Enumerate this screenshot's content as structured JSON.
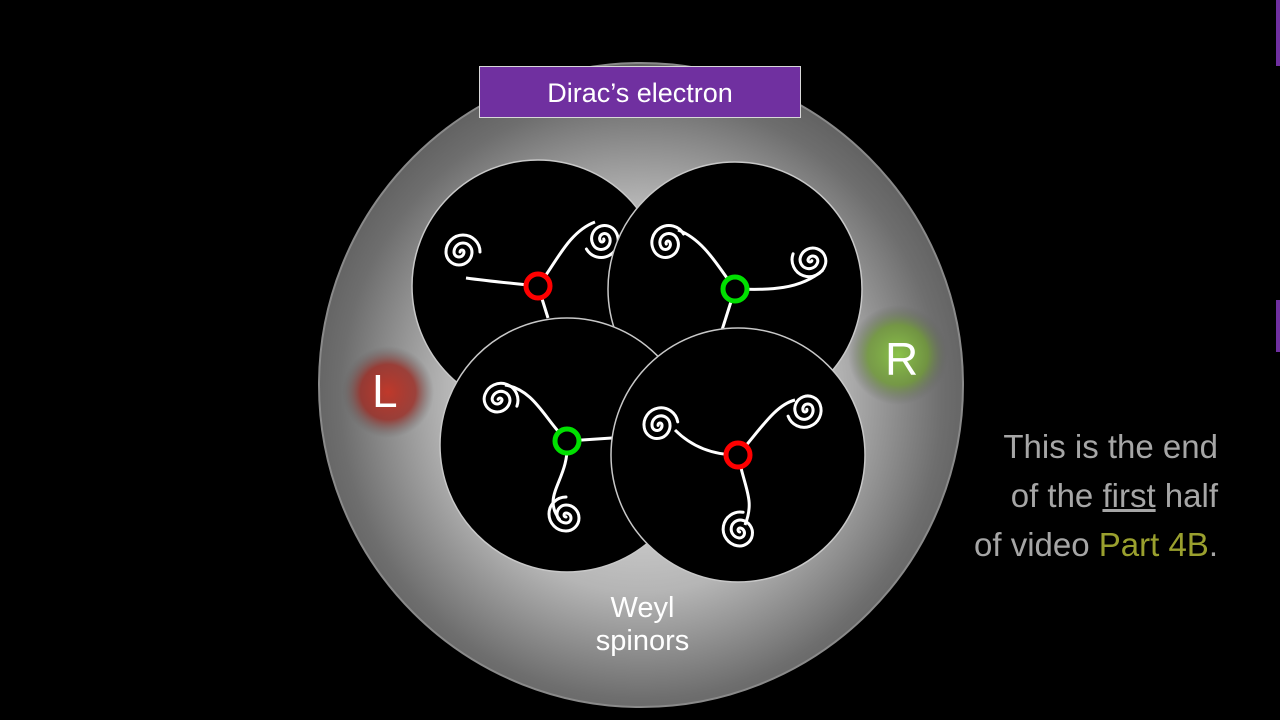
{
  "title": "Dirac’s electron",
  "caption": "Weyl spinors",
  "left_label": "L",
  "right_label": "R",
  "note": {
    "line1": "This is the end",
    "line2_pre": "of the ",
    "line2_underlined": "first",
    "line2_post": " half",
    "line3_pre": "of video ",
    "line3_highlight": "Part 4B",
    "line3_post": "."
  },
  "colors": {
    "title_bg": "#7030a0",
    "left_glow": "#c0392b",
    "right_glow": "#8bc34a",
    "node_red": "#ff0000",
    "node_green": "#00e000",
    "note_text": "#a6a6a6",
    "note_highlight": "#9aa02e"
  },
  "spinors": [
    {
      "id": "top-left",
      "node_color": "red"
    },
    {
      "id": "top-right",
      "node_color": "green"
    },
    {
      "id": "bottom-left",
      "node_color": "green"
    },
    {
      "id": "bottom-right",
      "node_color": "red"
    }
  ]
}
